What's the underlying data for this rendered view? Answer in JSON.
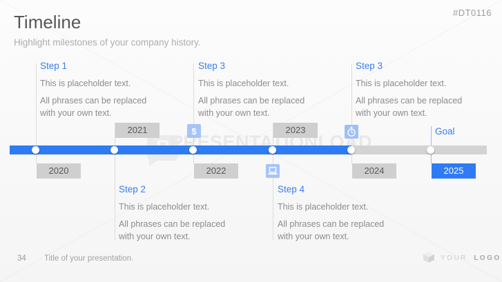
{
  "header": {
    "code": "#DT0116",
    "title": "Timeline",
    "subtitle": "Highlight milestones of your company history."
  },
  "timeline": {
    "years": [
      "2020",
      "2021",
      "2022",
      "2023",
      "2024",
      "2025"
    ],
    "goal_label": "Goal",
    "icons": [
      {
        "name": "dollar-icon",
        "glyph": "$"
      },
      {
        "name": "laptop-icon"
      },
      {
        "name": "stopwatch-icon"
      }
    ]
  },
  "steps": [
    {
      "title": "Step 1",
      "lines": [
        "This is placeholder text.",
        "All phrases can be replaced with your own text."
      ]
    },
    {
      "title": "Step 3",
      "lines": [
        "This is placeholder text.",
        "All phrases can be replaced with your own text."
      ]
    },
    {
      "title": "Step 3",
      "lines": [
        "This is placeholder text.",
        "All phrases can be replaced with your own text."
      ]
    },
    {
      "title": "Step 2",
      "lines": [
        "This is placeholder text.",
        "All phrases can be replaced with your own text."
      ]
    },
    {
      "title": "Step 4",
      "lines": [
        "This is placeholder text.",
        "All phrases can be replaced with your own text."
      ]
    }
  ],
  "watermark": {
    "text": "PRESENTATIONLOAD",
    "logo_letter": "P"
  },
  "footer": {
    "page_number": "34",
    "title": "Title of your presentation.",
    "logo_word_1": "YOUR",
    "logo_word_2": "LOGO"
  },
  "colors": {
    "accent_blue": "#2e7bf4",
    "title_blue": "#3a7cee",
    "icon_light_blue": "#a6c4f8",
    "bar_gray": "#d3d3d3",
    "year_box_gray": "#cfcfcf",
    "text_dark": "#575757",
    "text_muted": "#8c8c8c"
  }
}
